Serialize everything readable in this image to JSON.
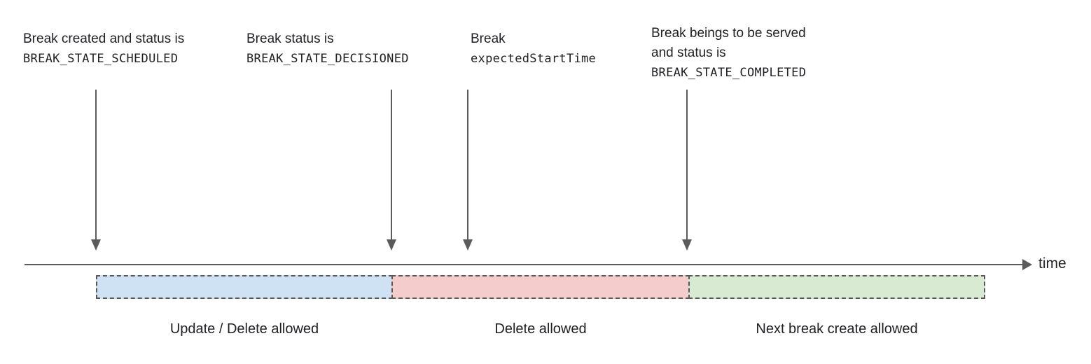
{
  "annotations": [
    {
      "line1": "Break created and status is",
      "line2": "BREAK_STATE_SCHEDULED"
    },
    {
      "line1": "Break status is",
      "line2": "BREAK_STATE_DECISIONED"
    },
    {
      "line1": "Break",
      "line2": "expectedStartTime"
    },
    {
      "line1": "Break beings to be served",
      "line2": "and status is",
      "line3": "BREAK_STATE_COMPLETED"
    }
  ],
  "axis": {
    "label": "time"
  },
  "segments": [
    {
      "label": "Update / Delete allowed",
      "fill": "#cfe2f3"
    },
    {
      "label": "Delete allowed",
      "fill": "#f4cccc"
    },
    {
      "label": "Next break create allowed",
      "fill": "#d9ead3"
    }
  ],
  "colors": {
    "arrow": "#5b5b5b",
    "segment_border": "#595959",
    "text": "#202124"
  }
}
